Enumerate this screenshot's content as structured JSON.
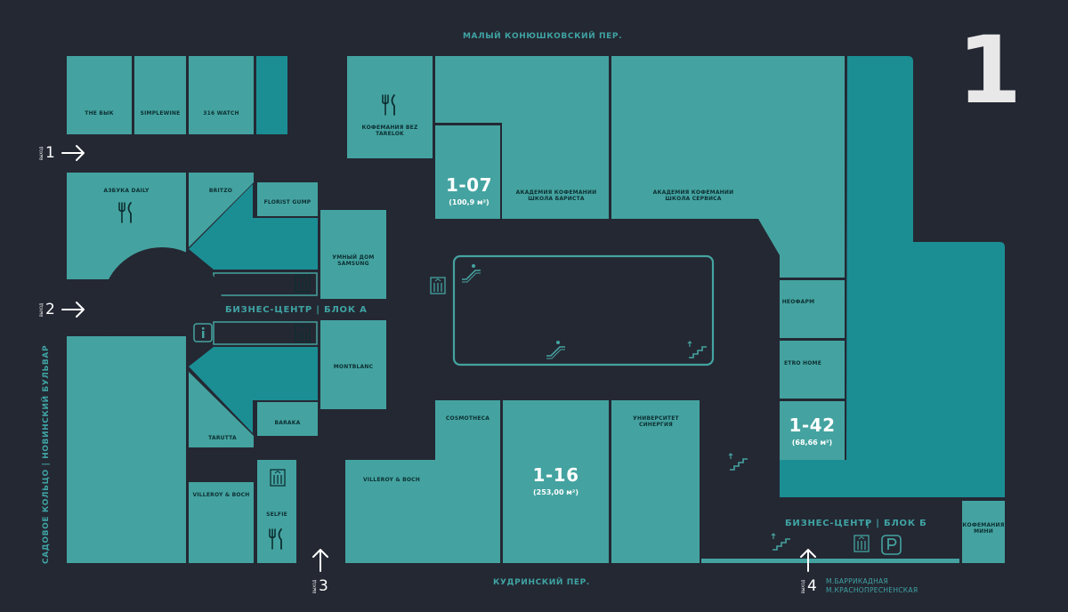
{
  "floor_number": "1",
  "streets": {
    "top": "МАЛЫЙ КОНЮШКОВСКИЙ ПЕР.",
    "bottom": "КУДРИНСКИЙ ПЕР.",
    "left": "САДОВОЕ КОЛЬЦО | НОВИНСКИЙ БУЛЬВАР"
  },
  "exit_word": "ВЫХОД",
  "exits": [
    "1",
    "2",
    "3",
    "4"
  ],
  "stores": {
    "the_byk": "THE БЫК",
    "simplewine": "SIMPLEWINE",
    "watch": "316 WATCH",
    "kofemania_bez_tarelok": "КОФЕМАНИЯ BEZ TARELOK",
    "academy_barista": "АКАДЕМИЯ КОФЕМАНИИ ШКОЛА БАРИСТА",
    "academy_service": "АКАДЕМИЯ КОФЕМАНИИ ШКОЛА СЕРВИСА",
    "azbuka": "АЗБУКА DAILY",
    "britzo": "BRITZO",
    "florist_gump": "FLORIST GUMP",
    "smart_home": "УМНЫЙ ДОМ SAMSUNG",
    "montblanc": "MONTBLANC",
    "baraka": "BARAKA",
    "tarutta": "TARUTTA",
    "villeroy_left": "VILLEROY & BOCH",
    "selfie": "SELFIE",
    "villeroy_mid": "VILLEROY & BOCH",
    "cosmotheca": "COSMOTHECA",
    "university": "УНИВЕРСИТЕТ СИНЕРГИЯ",
    "neofarm": "НЕОФАРМ",
    "etro_home": "ETRO HOME",
    "kofemania_mini": "КОФЕМАНИЯ МИНИ"
  },
  "units": {
    "u107": {
      "number": "1-07",
      "area": "(100,9 м²)"
    },
    "u116": {
      "number": "1-16",
      "area": "(253,00 м²)"
    },
    "u142": {
      "number": "1-42",
      "area": "(68,66 м²)"
    }
  },
  "business_center": {
    "a_name": "БИЗНЕС-ЦЕНТР",
    "a_block": "БЛОК А",
    "b_name": "БИЗНЕС-ЦЕНТР",
    "b_block": "БЛОК Б"
  },
  "metro": [
    "М.БАРРИКАДНАЯ",
    "М.КРАСНОПРЕСНЕНСКАЯ"
  ],
  "icons": {
    "fork_knife": "restaurant-icon",
    "elevator": "elevator-icon",
    "escalator": "escalator-icon",
    "stairs": "stairs-icon",
    "info": "info-icon",
    "parking": "parking-icon",
    "arrow": "exit-arrow-icon"
  },
  "colors": {
    "background": "#242833",
    "store": "#44a3a0",
    "store_dark": "#1b8e94",
    "outline": "#3fa3a3",
    "label": "#0d2f33"
  }
}
